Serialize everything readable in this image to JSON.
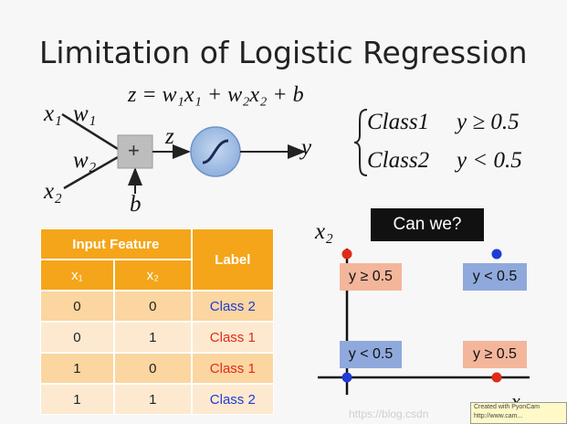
{
  "title": "Limitation of Logistic Regression",
  "neuron": {
    "equation": "z = w₁x₁ + w₂x₂ + b",
    "x1": "x₁",
    "w1": "w₁",
    "w2": "w₂",
    "x2": "x₂",
    "b": "b",
    "plus": "+",
    "z": "z",
    "y": "y"
  },
  "cases": [
    {
      "class": "Class1",
      "cond": "y ≥ 0.5"
    },
    {
      "class": "Class2",
      "cond": "y < 0.5"
    }
  ],
  "table": {
    "header_group": "Input Feature",
    "header_label": "Label",
    "col_x1": "x₁",
    "col_x2": "x₂",
    "rows": [
      {
        "x1": "0",
        "x2": "0",
        "label": "Class 2",
        "color": "#1f3bd6"
      },
      {
        "x1": "0",
        "x2": "1",
        "label": "Class 1",
        "color": "#e02b1a"
      },
      {
        "x1": "1",
        "x2": "0",
        "label": "Class 1",
        "color": "#e02b1a"
      },
      {
        "x1": "1",
        "x2": "1",
        "label": "Class 2",
        "color": "#1f3bd6"
      }
    ]
  },
  "plot": {
    "y_axis_label": "x₂",
    "x_axis_label": "x",
    "can_we": "Can we?",
    "boxes": {
      "top_left": "y ≥ 0.5",
      "top_right": "y < 0.5",
      "bottom_left": "y < 0.5",
      "bottom_right": "y ≥ 0.5"
    },
    "point_colors": {
      "class1": "#e02b1a",
      "class2": "#1f3bd6"
    }
  },
  "watermark": "https://blog.csdn",
  "stamp": [
    "Created with PyonCam",
    "http://www.cam..."
  ]
}
